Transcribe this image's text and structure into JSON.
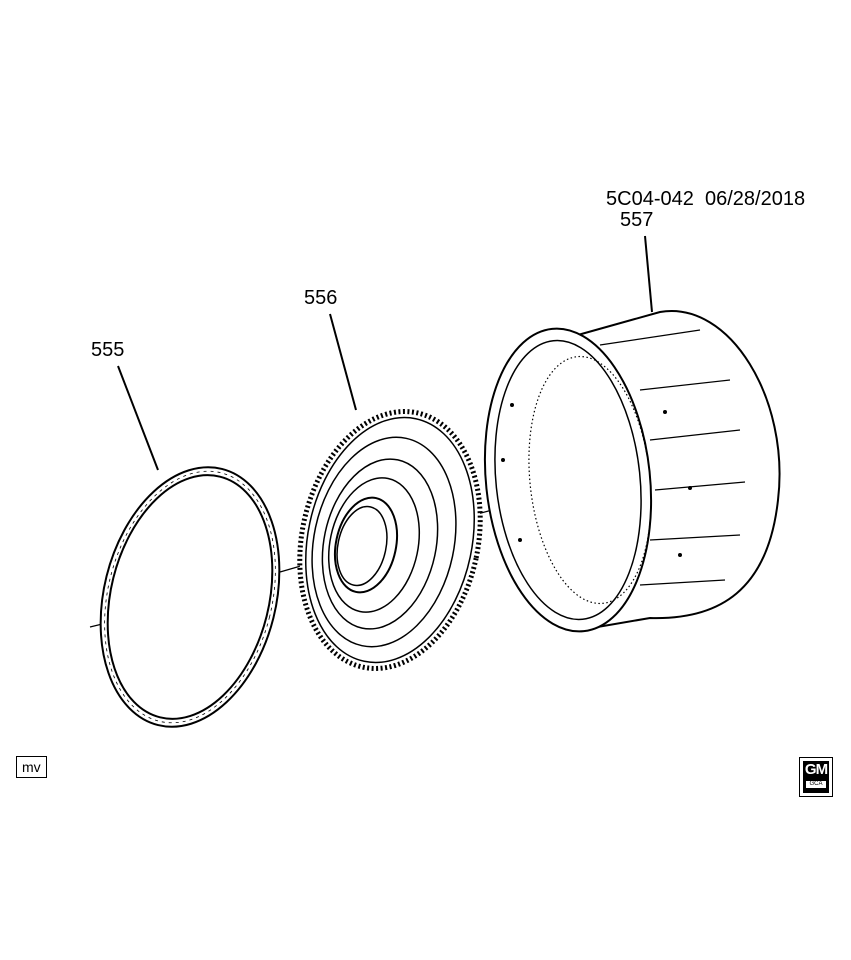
{
  "diagram_code": "5C04-042",
  "date": "06/28/2018",
  "callouts": [
    {
      "label": "555"
    },
    {
      "label": "556"
    },
    {
      "label": "557"
    }
  ],
  "corner_tag": "mv",
  "logo": {
    "text": "GM",
    "subtext": "GCA"
  }
}
